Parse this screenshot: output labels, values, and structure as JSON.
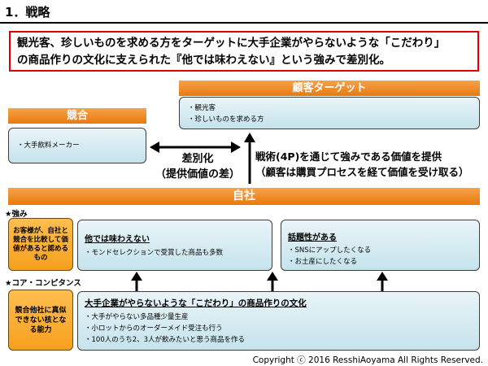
{
  "header": {
    "title": "1．戦略"
  },
  "summary": {
    "line1": "観光客、珍しいものを求める方をターゲットに大手企業がやらないような「こだわり」",
    "line2": "の商品作りの文化に支えられた『他では味わえない』という強みで差別化。"
  },
  "target": {
    "label": "顧客ターゲット",
    "items": [
      "・観光客",
      "・珍しいものを求める方"
    ]
  },
  "competitor": {
    "label": "競合",
    "items": [
      "・大手飲料メーカー"
    ]
  },
  "differentiation": {
    "line1": "差別化",
    "line2": "（提供価値の差）"
  },
  "strategy_note": {
    "line1": "戦術(4P)を通じて強みである価値を提供",
    "line2": "（顧客は購買プロセスを経て価値を受け取る）"
  },
  "company": {
    "label": "自社"
  },
  "strengths": {
    "section_label": "★強み",
    "side_label": "お客様が、自社と競合を比較して価値があると認めるもの",
    "box1": {
      "heading": "他では味わえない",
      "items": [
        "・モンドセレクションで受賞した商品も多数"
      ]
    },
    "box2": {
      "heading": "話題性がある",
      "items": [
        "・SNSにアップしたくなる",
        "・お土産にしたくなる"
      ]
    }
  },
  "core": {
    "section_label": "★コア・コンピタンス",
    "side_label": "競合他社に真似できない核となる能力",
    "box": {
      "heading": "大手企業がやらないような「こだわり」の商品作りの文化",
      "items": [
        "・大手がやらない多品種少量生産",
        "・小ロットからのオーダーメイド受注も行う",
        "・100人のうち2、3人が飲みたいと思う商品を作る"
      ]
    }
  },
  "footer": {
    "copyright": "Copyright ⓒ 2016 ResshiAoyama All Rights Reserved."
  }
}
